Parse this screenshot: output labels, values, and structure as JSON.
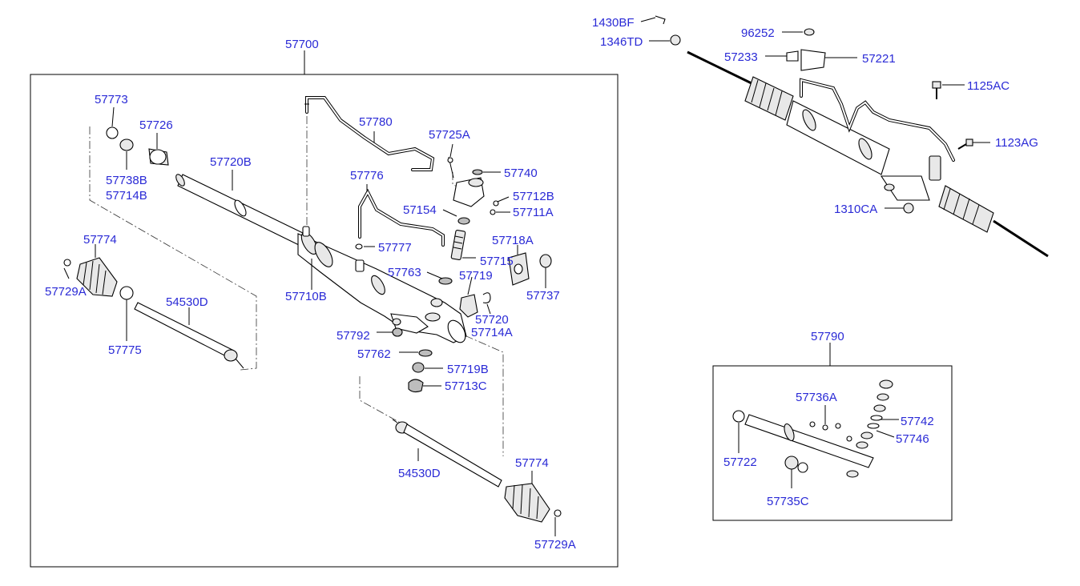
{
  "diagram": {
    "main_assembly_label": "57700",
    "seal_kit_label": "57790",
    "labels": [
      {
        "id": "57773",
        "text": "57773"
      },
      {
        "id": "57726",
        "text": "57726"
      },
      {
        "id": "57738B",
        "text": "57738B"
      },
      {
        "id": "57714B",
        "text": "57714B"
      },
      {
        "id": "57720B",
        "text": "57720B"
      },
      {
        "id": "57780",
        "text": "57780"
      },
      {
        "id": "57725A",
        "text": "57725A"
      },
      {
        "id": "57740",
        "text": "57740"
      },
      {
        "id": "57776",
        "text": "57776"
      },
      {
        "id": "57712B",
        "text": "57712B"
      },
      {
        "id": "57711A",
        "text": "57711A"
      },
      {
        "id": "57154",
        "text": "57154"
      },
      {
        "id": "57774a",
        "text": "57774"
      },
      {
        "id": "57777",
        "text": "57777"
      },
      {
        "id": "57718A",
        "text": "57718A"
      },
      {
        "id": "57715",
        "text": "57715"
      },
      {
        "id": "57719",
        "text": "57719"
      },
      {
        "id": "57763",
        "text": "57763"
      },
      {
        "id": "57729Aa",
        "text": "57729A"
      },
      {
        "id": "57710B",
        "text": "57710B"
      },
      {
        "id": "57737",
        "text": "57737"
      },
      {
        "id": "54530Da",
        "text": "54530D"
      },
      {
        "id": "57720",
        "text": "57720"
      },
      {
        "id": "57714A",
        "text": "57714A"
      },
      {
        "id": "57792",
        "text": "57792"
      },
      {
        "id": "57775",
        "text": "57775"
      },
      {
        "id": "57762",
        "text": "57762"
      },
      {
        "id": "57719B",
        "text": "57719B"
      },
      {
        "id": "57713C",
        "text": "57713C"
      },
      {
        "id": "54530Db",
        "text": "54530D"
      },
      {
        "id": "57774b",
        "text": "57774"
      },
      {
        "id": "57729Ab",
        "text": "57729A"
      },
      {
        "id": "1430BF",
        "text": "1430BF"
      },
      {
        "id": "1346TD",
        "text": "1346TD"
      },
      {
        "id": "96252",
        "text": "96252"
      },
      {
        "id": "57233",
        "text": "57233"
      },
      {
        "id": "57221",
        "text": "57221"
      },
      {
        "id": "1125AC",
        "text": "1125AC"
      },
      {
        "id": "1123AG",
        "text": "1123AG"
      },
      {
        "id": "1310CA",
        "text": "1310CA"
      },
      {
        "id": "57736A",
        "text": "57736A"
      },
      {
        "id": "57742",
        "text": "57742"
      },
      {
        "id": "57746",
        "text": "57746"
      },
      {
        "id": "57722",
        "text": "57722"
      },
      {
        "id": "57735C",
        "text": "57735C"
      }
    ]
  },
  "colors": {
    "label": "#2a2ad6",
    "line": "#000000",
    "background": "#ffffff"
  }
}
